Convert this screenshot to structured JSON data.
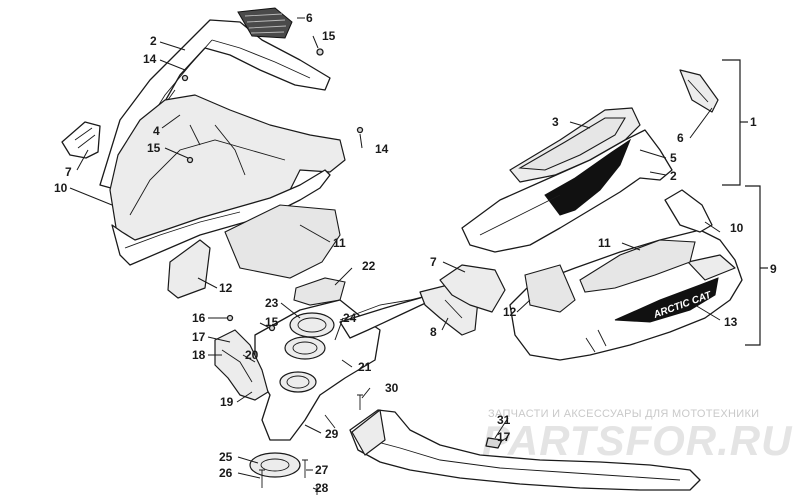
{
  "diagram": {
    "callouts": [
      {
        "id": "c6a",
        "text": "6"
      },
      {
        "id": "c2a",
        "text": "2"
      },
      {
        "id": "c15a",
        "text": "15"
      },
      {
        "id": "c14a",
        "text": "14"
      },
      {
        "id": "c4",
        "text": "4"
      },
      {
        "id": "c7a",
        "text": "7"
      },
      {
        "id": "c15b",
        "text": "15"
      },
      {
        "id": "c14b",
        "text": "14"
      },
      {
        "id": "c10a",
        "text": "10"
      },
      {
        "id": "c11a",
        "text": "11"
      },
      {
        "id": "c22",
        "text": "22"
      },
      {
        "id": "c12a",
        "text": "12"
      },
      {
        "id": "c23",
        "text": "23"
      },
      {
        "id": "c15c",
        "text": "15"
      },
      {
        "id": "c24",
        "text": "24"
      },
      {
        "id": "c16",
        "text": "16"
      },
      {
        "id": "c17a",
        "text": "17"
      },
      {
        "id": "c18",
        "text": "18"
      },
      {
        "id": "c20",
        "text": "20"
      },
      {
        "id": "c21",
        "text": "21"
      },
      {
        "id": "c19",
        "text": "19"
      },
      {
        "id": "c30",
        "text": "30"
      },
      {
        "id": "c29",
        "text": "29"
      },
      {
        "id": "c25",
        "text": "25"
      },
      {
        "id": "c26",
        "text": "26"
      },
      {
        "id": "c27",
        "text": "27"
      },
      {
        "id": "c28",
        "text": "28"
      },
      {
        "id": "c3",
        "text": "3"
      },
      {
        "id": "c6b",
        "text": "6"
      },
      {
        "id": "c5",
        "text": "5"
      },
      {
        "id": "c2b",
        "text": "2"
      },
      {
        "id": "c1",
        "text": "1"
      },
      {
        "id": "c10b",
        "text": "10"
      },
      {
        "id": "c11b",
        "text": "11"
      },
      {
        "id": "c9",
        "text": "9"
      },
      {
        "id": "c7b",
        "text": "7"
      },
      {
        "id": "c8",
        "text": "8"
      },
      {
        "id": "c12b",
        "text": "12"
      },
      {
        "id": "c13",
        "text": "13"
      },
      {
        "id": "c31",
        "text": "31"
      },
      {
        "id": "c17b",
        "text": "17"
      }
    ],
    "decal_text": "ARCTIC CAT",
    "watermark": {
      "caption": "ЗАПЧАСТИ И АКСЕССУАРЫ ДЛЯ МОТОТЕХНИКИ",
      "logo": "PARTSFOR.RU"
    }
  }
}
